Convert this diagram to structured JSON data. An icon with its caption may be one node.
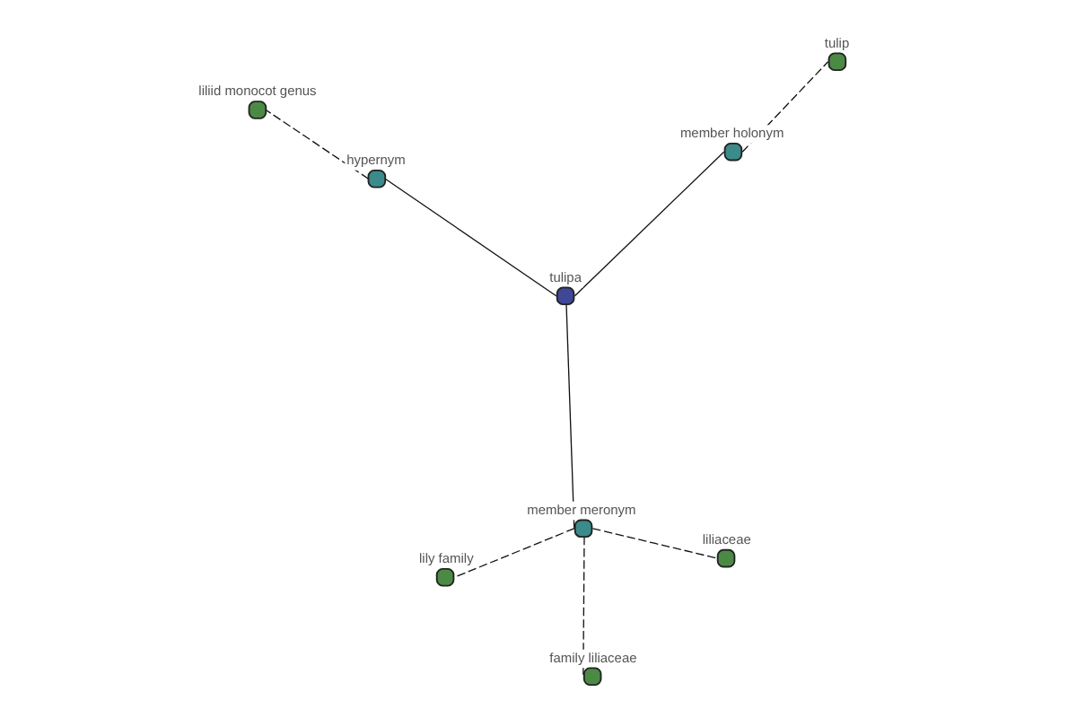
{
  "diagram": {
    "nodes": [
      {
        "text": [
          "liliid monocot genus"
        ]
      },
      {
        "text": [
          "hypernym"
        ]
      },
      {
        "text": [
          "member holonym"
        ]
      },
      {
        "text": [
          "tulip"
        ]
      },
      {
        "text": [
          "tulipa"
        ]
      },
      {
        "text": [
          "member meronym"
        ]
      },
      {
        "text": [
          "lily family"
        ]
      },
      {
        "text": [
          "family liliaceae"
        ]
      },
      {
        "text": [
          "liliaceae"
        ]
      }
    ],
    "edges": [
      {
        "from": 4,
        "to": 1,
        "arrow": "none"
      },
      {
        "from": 1,
        "to": 0,
        "arrow": "none",
        "style": "dashed"
      },
      {
        "from": 4,
        "to": 2,
        "arrow": "none"
      },
      {
        "from": 2,
        "to": 3,
        "arrow": "none",
        "style": "dashed"
      },
      {
        "from": 4,
        "to": 5,
        "arrow": "none"
      },
      {
        "from": 5,
        "to": 6,
        "arrow": "none",
        "style": "dashed"
      },
      {
        "from": 5,
        "to": 8,
        "arrow": "none",
        "style": "dashed"
      },
      {
        "from": 5,
        "to": 7,
        "arrow": "none",
        "style": "dashed"
      }
    ]
  }
}
